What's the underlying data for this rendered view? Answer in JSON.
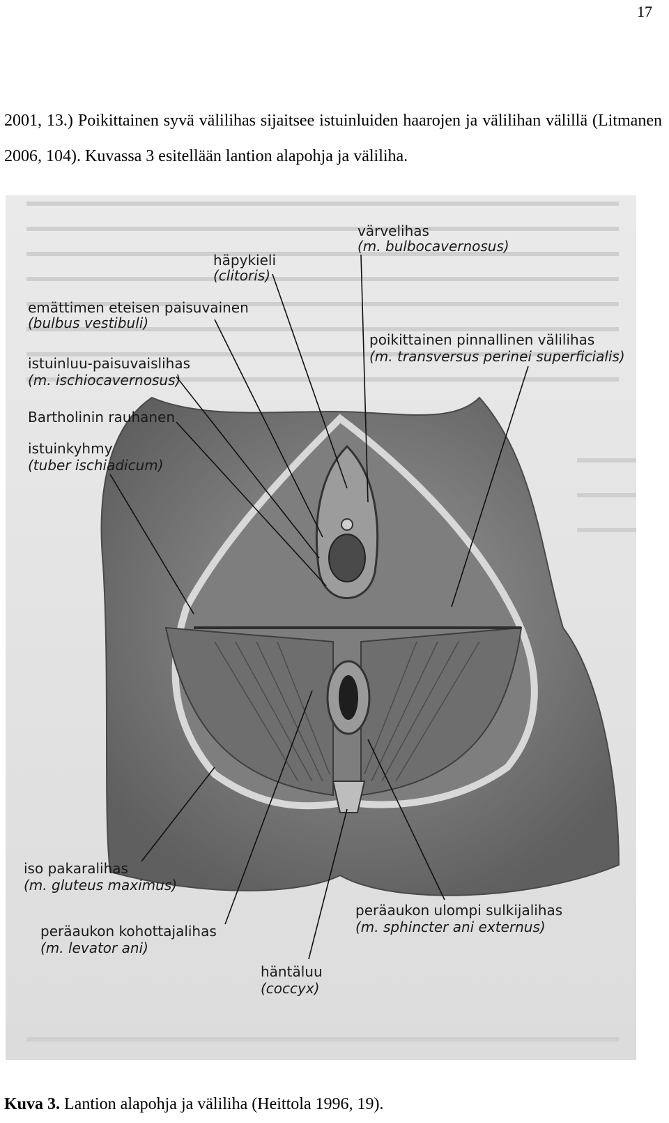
{
  "page_number": "17",
  "paragraph": "2001, 13.) Poikittainen syvä välilihas sijaitsee istuinluiden haarojen ja välilihan välillä (Litmanen 2006, 104). Kuvassa 3 esitellään lantion alapohja ja väliliha.",
  "figure": {
    "labels": {
      "varvelihas": "värvelihas",
      "varvelihas_latin": "(m. bulbocavernosus)",
      "hapykieli": "häpykieli",
      "hapykieli_latin": "(clitoris)",
      "emattimen": "emättimen eteisen paisuvainen",
      "emattimen_latin": "(bulbus vestibuli)",
      "poikittainen": "poikittainen pinnallinen välilihas",
      "poikittainen_latin": "(m. transversus perinei superficialis)",
      "istuinluu": "istuinluu-paisuvaislihas",
      "istuinluu_latin": "(m. ischiocavernosus)",
      "bartholinin": "Bartholinin rauhanen",
      "istuinkyhmy": "istuinkyhmy",
      "istuinkyhmy_latin": "(tuber ischiadicum)",
      "iso_pakaralihas": "iso pakaralihas",
      "iso_pakaralihas_latin": "(m. gluteus maximus)",
      "peraaukon_kohottaja": "peräaukon kohottajalihas",
      "peraaukon_kohottaja_latin": "(m. levator ani)",
      "peraaukon_sulkija": "peräaukon ulompi sulkijalihas",
      "peraaukon_sulkija_latin": "(m. sphincter ani externus)",
      "hantaluu": "häntäluu",
      "hantaluu_latin": "(coccyx)"
    }
  },
  "caption": {
    "label": "Kuva 3.",
    "text": "Lantion alapohja ja väliliha (Heittola 1996, 19)."
  }
}
